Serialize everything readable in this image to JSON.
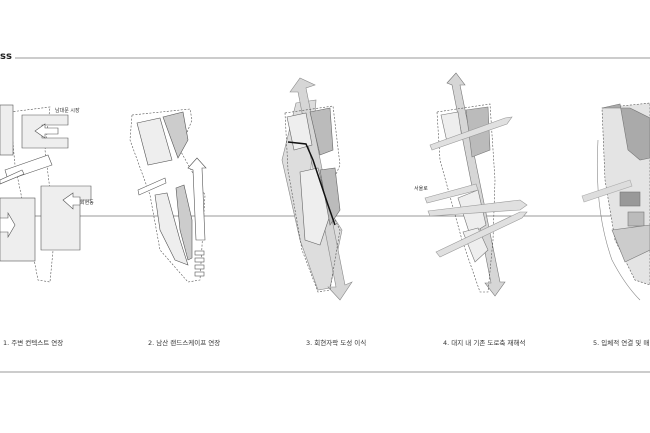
{
  "header": {
    "title": "ss"
  },
  "diagrams": [
    {
      "caption": "1. 주변 컨텍스트 연장",
      "labels": [
        "남대문 시장",
        "회현동"
      ]
    },
    {
      "caption": "2. 남산 랜드스케이프 연장"
    },
    {
      "caption": "3. 회현자락 도성 이식"
    },
    {
      "caption": "4. 대지 내  기존 도로축 재해석",
      "labels": [
        "서울로"
      ]
    },
    {
      "caption": "5. 입체적 연결 및 매"
    }
  ],
  "colors": {
    "line": "#888888",
    "fill": "#eeeeee",
    "dark_fill": "#cccccc",
    "arrow": "#d6d6d6"
  }
}
